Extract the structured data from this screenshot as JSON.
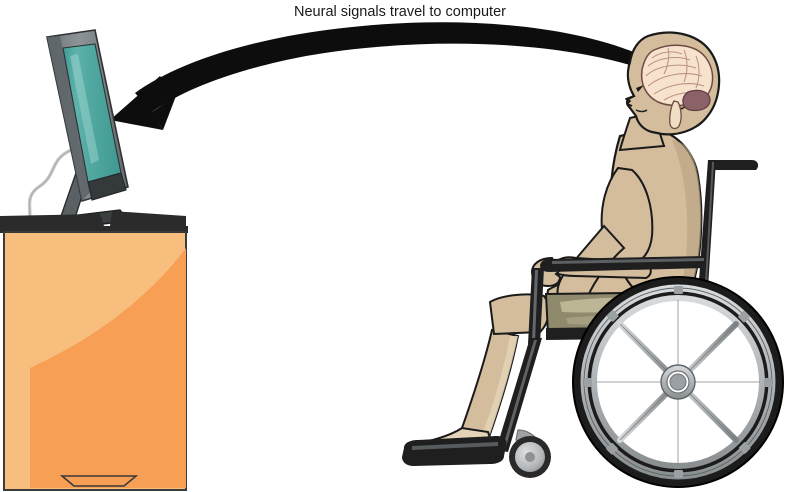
{
  "figure": {
    "title": "Neural signals travel to computer",
    "type": "illustration",
    "subject": "brain-computer interface diagram",
    "background_color": "#ffffff"
  },
  "annotation": {
    "label": "Neural signals travel to computer",
    "arrow_direction": "right-to-left",
    "arrow_color": "#000000",
    "arrow_start": "person-head",
    "arrow_end": "computer-monitor"
  },
  "objects": {
    "monitor": {
      "name": "computer monitor",
      "screen_color": "#4FA8A0",
      "screen_highlight": "#8FCFC8",
      "bezel_color": "#7C8487",
      "bezel_shadow": "#5B6164",
      "stand_color": "#5A6063",
      "base_color": "#3A3F41",
      "cable_color": "#BDBDBD"
    },
    "desk": {
      "name": "desk",
      "top_color": "#2B2B2B",
      "face_light": "#F8BE7E",
      "face_dark": "#F79F54",
      "outline_color": "#3A3A3A"
    },
    "keyboard": {
      "name": "keyboard",
      "color": "#2B2B2B"
    },
    "person": {
      "name": "seated person",
      "posture": "seated in wheelchair, facing left",
      "skin_color": "#D3BD9D",
      "skin_shade": "#B9A383",
      "skin_light": "#E4D3B7",
      "outline_color": "#1a1a1a",
      "brain": {
        "name": "brain",
        "cortex_color": "#F7E2CE",
        "cortex_shade": "#E8CFB4",
        "cerebellum_color": "#8C6269",
        "brainstem_color": "#F0DEC4",
        "outline_color": "#6E4A42"
      }
    },
    "wheelchair": {
      "name": "wheelchair",
      "frame_color": "#1f1f1f",
      "seat_color": "#8F8A6C",
      "seat_highlight": "#C7C0A0",
      "rim_color": "#B9BCBE",
      "rim_shade": "#8C9093",
      "tire_color": "#1c1c1c",
      "hub_color": "#9AA0A3",
      "spoke_count": 8,
      "caster": {
        "name": "caster wheel",
        "tire_color": "#2a2a2a",
        "hub_color": "#C3C6C8",
        "fork_color": "#9FA3A6"
      },
      "footplate_color": "#1f1f1f"
    }
  },
  "palette": {
    "white": "#ffffff",
    "black": "#000000",
    "teal": "#4FA8A0",
    "orange_light": "#F8BE7E",
    "orange_dark": "#F79F54",
    "skin": "#D3BD9D",
    "khaki": "#8F8A6C",
    "steel": "#B9BCBE"
  }
}
